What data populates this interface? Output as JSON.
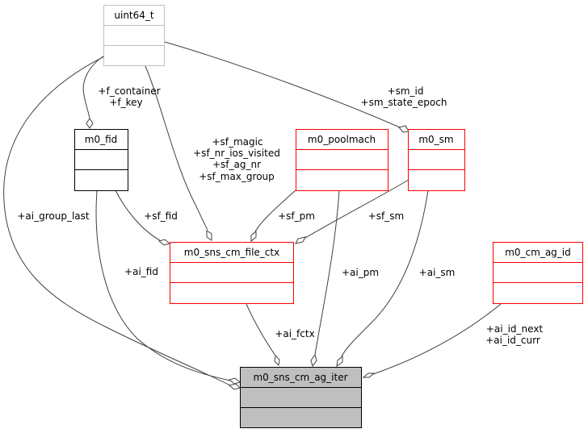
{
  "diagram": {
    "type": "collaboration",
    "nodes": [
      {
        "id": "uint64_t",
        "label": "uint64_t",
        "style": "external",
        "border": "#bfbfbf",
        "fill": "#ffffff"
      },
      {
        "id": "m0_fid",
        "label": "m0_fid",
        "style": "documented",
        "border": "#000000",
        "fill": "#ffffff"
      },
      {
        "id": "m0_poolmach",
        "label": "m0_poolmach",
        "style": "undocumented",
        "border": "#ff0000",
        "fill": "#ffffff"
      },
      {
        "id": "m0_sm",
        "label": "m0_sm",
        "style": "undocumented",
        "border": "#ff0000",
        "fill": "#ffffff"
      },
      {
        "id": "m0_sns_cm_file_ctx",
        "label": "m0_sns_cm_file_ctx",
        "style": "undocumented",
        "border": "#ff0000",
        "fill": "#ffffff"
      },
      {
        "id": "m0_cm_ag_id",
        "label": "m0_cm_ag_id",
        "style": "undocumented",
        "border": "#ff0000",
        "fill": "#ffffff"
      },
      {
        "id": "m0_sns_cm_ag_iter",
        "label": "m0_sns_cm_ag_iter",
        "style": "focus",
        "border": "#000000",
        "fill": "#bfbfbf"
      }
    ],
    "edges": [
      {
        "from": "uint64_t",
        "to": "m0_fid",
        "labels": [
          "+f_container",
          "+f_key"
        ]
      },
      {
        "from": "uint64_t",
        "to": "m0_sm",
        "labels": [
          "+sm_id",
          "+sm_state_epoch"
        ]
      },
      {
        "from": "uint64_t",
        "to": "m0_sns_cm_file_ctx",
        "labels": [
          "+sf_magic",
          "+sf_nr_ios_visited",
          "+sf_ag_nr",
          "+sf_max_group"
        ]
      },
      {
        "from": "uint64_t",
        "to": "m0_sns_cm_ag_iter",
        "labels": [
          "+ai_group_last"
        ]
      },
      {
        "from": "m0_fid",
        "to": "m0_sns_cm_file_ctx",
        "labels": [
          "+sf_fid"
        ]
      },
      {
        "from": "m0_fid",
        "to": "m0_sns_cm_ag_iter",
        "labels": [
          "+ai_fid"
        ]
      },
      {
        "from": "m0_poolmach",
        "to": "m0_sns_cm_file_ctx",
        "labels": [
          "+sf_pm"
        ]
      },
      {
        "from": "m0_sm",
        "to": "m0_sns_cm_file_ctx",
        "labels": [
          "+sf_sm"
        ]
      },
      {
        "from": "m0_poolmach",
        "to": "m0_sns_cm_ag_iter",
        "labels": [
          "+ai_pm"
        ]
      },
      {
        "from": "m0_sm",
        "to": "m0_sns_cm_ag_iter",
        "labels": [
          "+ai_sm"
        ]
      },
      {
        "from": "m0_sns_cm_file_ctx",
        "to": "m0_sns_cm_ag_iter",
        "labels": [
          "+ai_fctx"
        ]
      },
      {
        "from": "m0_cm_ag_id",
        "to": "m0_sns_cm_ag_iter",
        "labels": [
          "+ai_id_next",
          "+ai_id_curr"
        ]
      }
    ]
  }
}
